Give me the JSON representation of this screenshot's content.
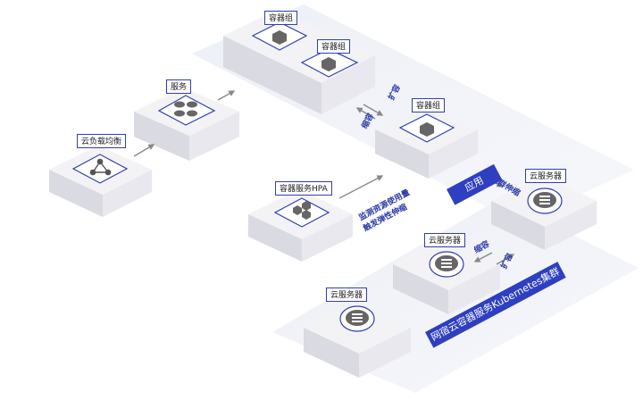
{
  "labels": {
    "cloud_lb": "云负载均衡",
    "service": "服务",
    "container_group_1": "容器组",
    "container_group_2": "容器组",
    "container_group_3": "容器组",
    "hpa": "容器服务HPA",
    "cloud_server_1": "云服务器",
    "cloud_server_2": "云服务器",
    "cloud_server_3": "云服务器"
  },
  "annotations": {
    "scale_out_1": "扩容",
    "scale_in_1": "缩容",
    "metrics_1": "监测资源使用量",
    "metrics_2": "触发弹性伸缩",
    "schedule": "集群伸缩",
    "scale_in_2": "缩容",
    "scale_out_2": "扩容"
  },
  "bands": {
    "app": "应用",
    "cluster": "网宿云容器服务Kubernetes集群"
  },
  "colors": {
    "accent": "#2e3fc0",
    "platform_top": "#f2f2f5",
    "platform_left": "#dcdce3",
    "platform_right": "#e8e8ee"
  }
}
